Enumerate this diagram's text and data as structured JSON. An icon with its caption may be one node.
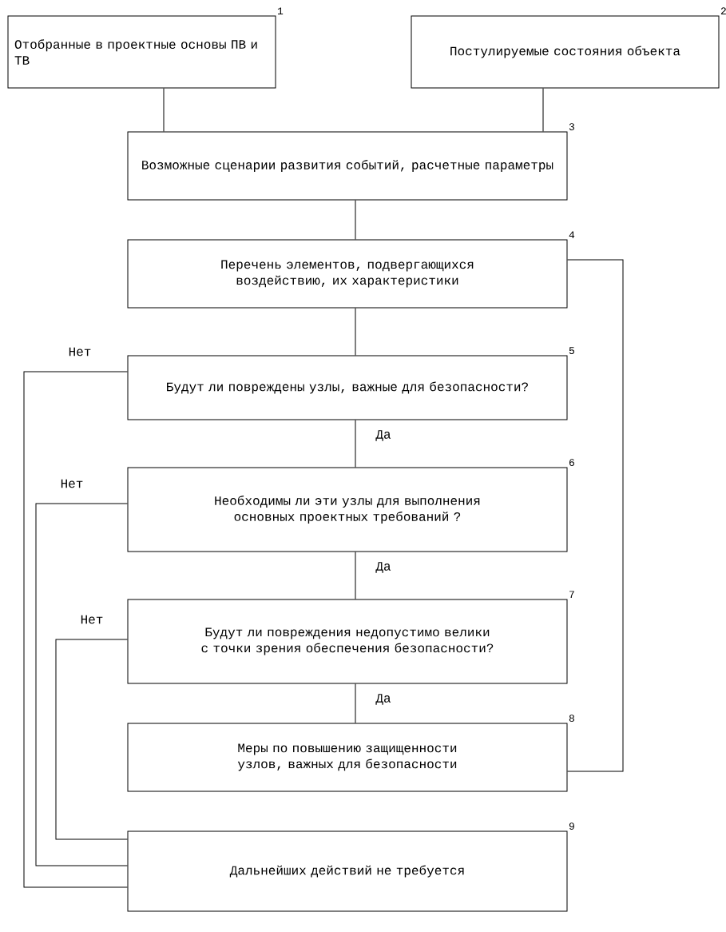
{
  "diagram": {
    "nodes": [
      {
        "text": [
          "Отобранные в проектные основы ПВ и ТВ"
        ],
        "beside": [
          "1"
        ]
      },
      {
        "text": [
          "Постулируемые состояния объекта"
        ],
        "beside": [
          "2"
        ]
      },
      {
        "text": [
          "Возможные сценарии развития событий, расчетные параметры"
        ],
        "beside": [
          "3"
        ]
      },
      {
        "text": [
          "Перечень элементов, подвергающихся воздействию, их характеристики"
        ],
        "beside": [
          "4"
        ]
      },
      {
        "text": [
          "Будут ли повреждены узлы, важные для безопасности?"
        ],
        "beside": [
          "5"
        ]
      },
      {
        "text": [
          "Необходимы ли эти узлы для выполнения основных проектных требований ?"
        ],
        "beside": [
          "6"
        ]
      },
      {
        "text": [
          "Будут ли повреждения недопустимо велики с точки зрения обеспечения безопасности?"
        ],
        "beside": [
          "7"
        ]
      },
      {
        "text": [
          "Меры по повышению защищенности узлов, важных для безопасности"
        ],
        "beside": [
          "8"
        ]
      },
      {
        "text": [
          "Дальнейших действий не требуется"
        ],
        "beside": [
          "9"
        ]
      }
    ],
    "edges": [
      {
        "from": 0,
        "to": 2,
        "arrow": "none"
      },
      {
        "from": 1,
        "to": 2,
        "arrow": "none"
      },
      {
        "from": 2,
        "to": 3,
        "arrow": "none"
      },
      {
        "from": 3,
        "to": 4,
        "arrow": "none"
      },
      {
        "from": 4,
        "to": 5,
        "arrow": "none",
        "label": "Да"
      },
      {
        "from": 5,
        "to": 6,
        "arrow": "none",
        "label": "Да"
      },
      {
        "from": 6,
        "to": 7,
        "arrow": "none",
        "label": "Да"
      },
      {
        "from": 4,
        "to": 8,
        "arrow": "none",
        "label": "Нет"
      },
      {
        "from": 5,
        "to": 8,
        "arrow": "none",
        "label": "Нет"
      },
      {
        "from": 6,
        "to": 8,
        "arrow": "none",
        "label": "Нет"
      },
      {
        "from": 7,
        "to": 3,
        "arrow": "none"
      }
    ]
  }
}
